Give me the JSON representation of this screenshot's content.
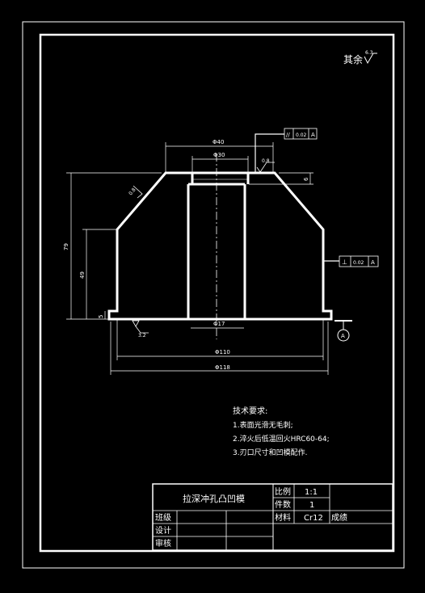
{
  "roughness_other": {
    "label": "其余",
    "value": "6.3"
  },
  "dims": {
    "d40": "Φ40",
    "d30": "Φ30",
    "d17": "Φ17",
    "d110": "Φ110",
    "d118": "Φ118",
    "h79": "79",
    "h49": "49",
    "h6": "6",
    "h5": "5"
  },
  "roughness": {
    "top_right": "0.8",
    "left_chamfer": "0.8",
    "bottom": "3.2"
  },
  "tolerance_top": {
    "symbol": "//",
    "value": "0.02",
    "datum": "A"
  },
  "tolerance_side": {
    "symbol": "⊥",
    "value": "0.02",
    "datum": "A"
  },
  "datum": "A",
  "notes": {
    "title": "技术要求:",
    "items": [
      "1.表面光滑无毛刺;",
      "2.淬火后低温回火HRC60-64;",
      "3.刃口尺寸和凹模配作."
    ]
  },
  "title_block": {
    "part_name": "拉深冲孔凸凹模",
    "scale_label": "比例",
    "scale_value": "1:1",
    "qty_label": "件数",
    "qty_value": "1",
    "material_label": "材料",
    "material_value": "Cr12",
    "grade": "成绩",
    "class_label": "班级",
    "design_label": "设计",
    "review_label": "审核"
  }
}
